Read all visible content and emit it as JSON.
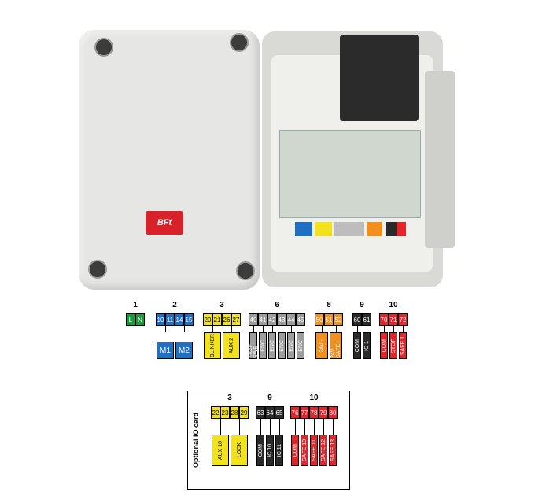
{
  "photo": {
    "brand_logo": "BFt"
  },
  "main_groups": [
    {
      "num": "1",
      "terminals": [
        "L",
        "N"
      ],
      "color": "#1a9a3a"
    },
    {
      "num": "2",
      "terminals": [
        "10",
        "11",
        "14",
        "15"
      ],
      "color": "#1f6fc2",
      "devices": [
        "M1",
        "M2"
      ]
    },
    {
      "num": "3",
      "terminals": [
        "20",
        "21",
        "26",
        "27"
      ],
      "color": "#f2e21c",
      "devices": [
        "BLINKER",
        "AUX 2"
      ]
    },
    {
      "num": "6",
      "terminals": [
        "40",
        "41",
        "42",
        "43",
        "44",
        "45"
      ],
      "color": "#9d9d9d",
      "devices": [
        "+REF SWE",
        "ENC",
        "ENC",
        "ENC",
        "ENC",
        "ENC"
      ]
    },
    {
      "num": "8",
      "terminals": [
        "50",
        "51",
        "52"
      ],
      "color": "#f0901e",
      "devices": [
        "24V -",
        "24V SAFE+"
      ]
    },
    {
      "num": "9",
      "terminals": [
        "60",
        "61"
      ],
      "color": "#2a2a2a",
      "devices": [
        "COM",
        "IC 1"
      ]
    },
    {
      "num": "10",
      "terminals": [
        "70",
        "71",
        "72"
      ],
      "color": "#e4242b",
      "devices": [
        "COM",
        "STOP",
        "SAFE 1"
      ]
    }
  ],
  "optional_card": {
    "label": "Optional IO card",
    "groups": [
      {
        "num": "3",
        "terminals": [
          "22",
          "23",
          "28",
          "29"
        ],
        "color": "#f2e21c",
        "devices": [
          "AUX 10",
          "LOCK"
        ]
      },
      {
        "num": "9",
        "terminals": [
          "63",
          "64",
          "65"
        ],
        "color": "#2a2a2a",
        "devices": [
          "COM",
          "IC 10",
          "IC 11"
        ]
      },
      {
        "num": "10",
        "terminals": [
          "76",
          "77",
          "78",
          "79",
          "80"
        ],
        "color": "#e4242b",
        "devices": [
          "COM",
          "SAFE 10",
          "SAFE 11",
          "SAFE 12",
          "SAFE 13"
        ]
      }
    ]
  }
}
